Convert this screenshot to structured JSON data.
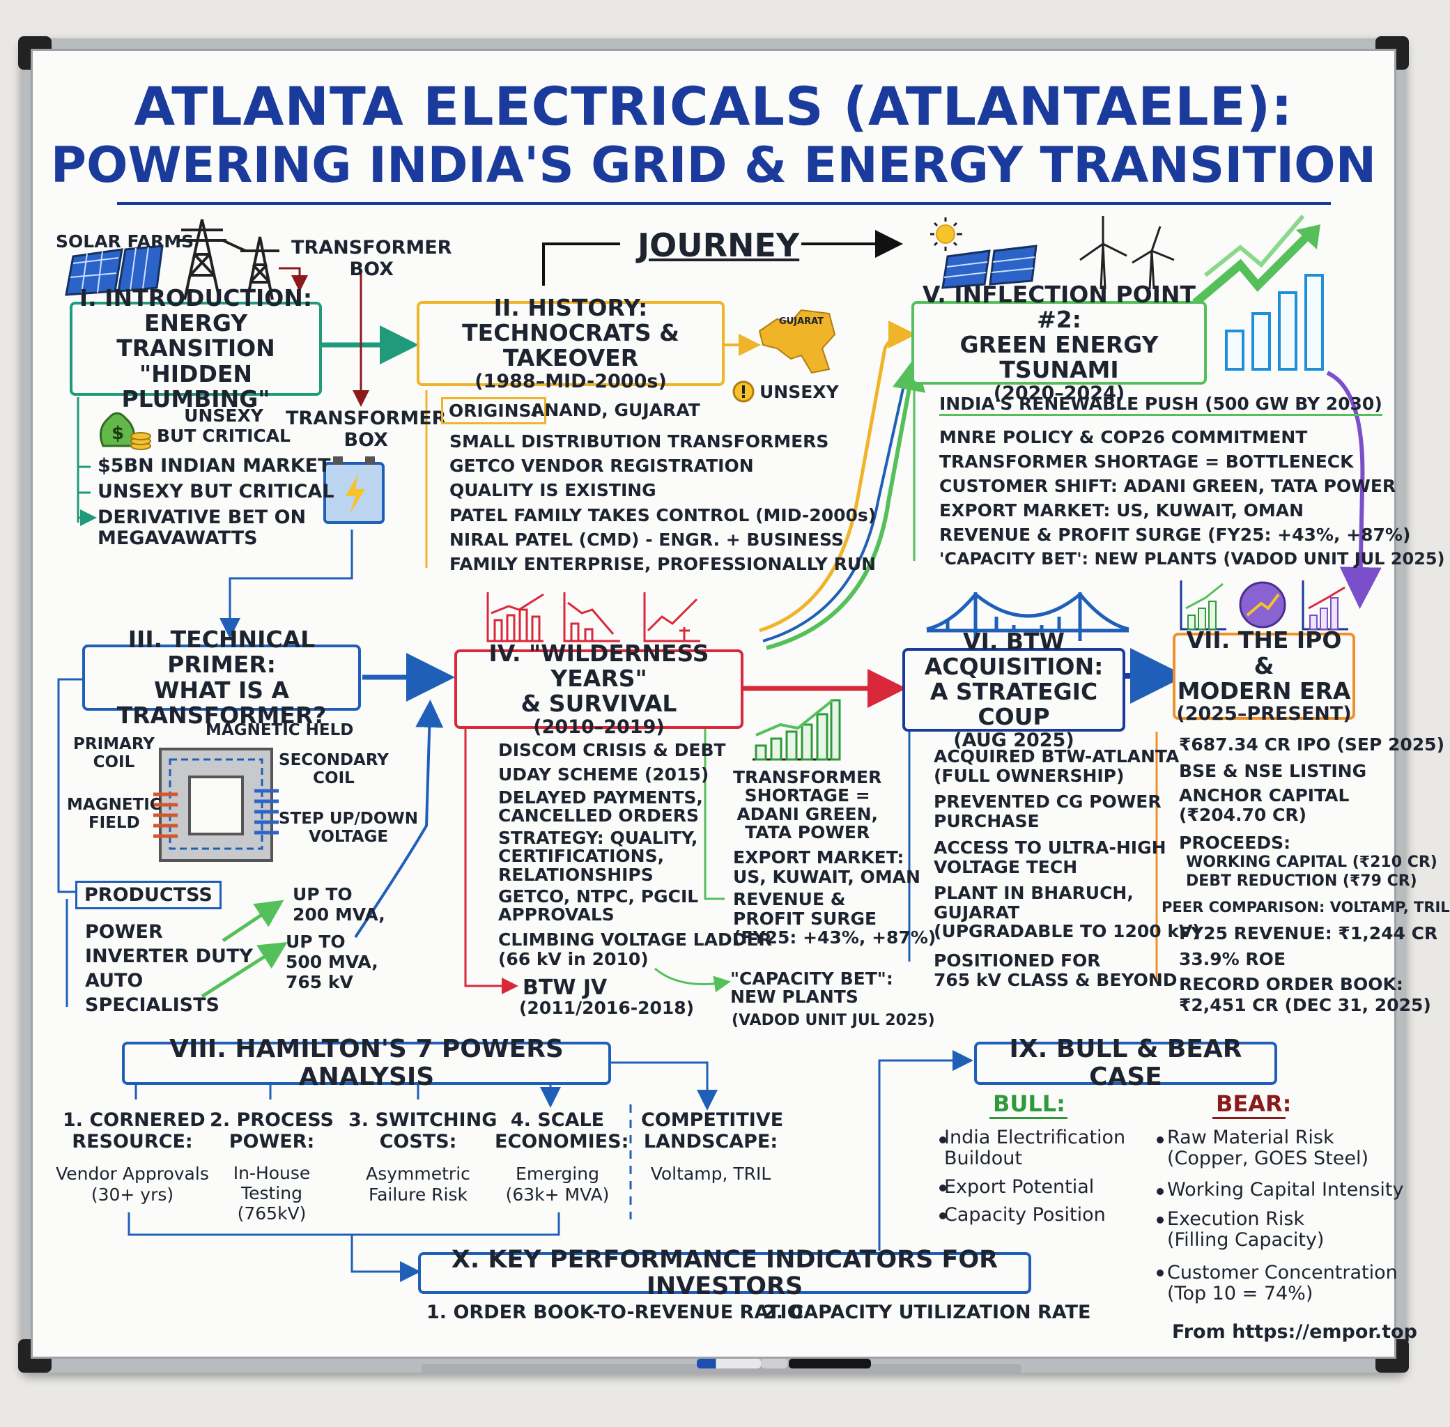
{
  "title": {
    "line1": "ATLANTA ELECTRICALS (ATLANTAELE):",
    "line2": "POWERING INDIA'S GRID & ENERGY TRANSITION"
  },
  "journey": "JOURNEY",
  "sketch_labels": {
    "solar_farms": "SOLAR FARMS",
    "transformer_box_top": "TRANSFORMER\nBOX",
    "transformer_box_side": "TRANSFORMER\nBOX",
    "gujarat": "GUJARAT",
    "unsexy_alert": "UNSEXY",
    "unsexy_money": "UNSEXY\nBUT CRITICAL"
  },
  "sections": {
    "intro": {
      "title": [
        "I. INTRODUCTION:",
        "ENERGY TRANSITION",
        "\"HIDDEN PLUMBING\""
      ],
      "items": [
        "$5BN INDIAN MARKET",
        "UNSEXY BUT CRITICAL",
        "DERIVATIVE BET ON",
        "MEGAVAWATTS"
      ]
    },
    "history": {
      "title": [
        "II. HISTORY:",
        "TECHNOCRATS & TAKEOVER",
        "(1988–MID-2000s)"
      ],
      "origins_label": "ORIGINS:",
      "origins_value": "ANAND, GUJARAT",
      "items": [
        "SMALL DISTRIBUTION TRANSFORMERS",
        "GETCO VENDOR REGISTRATION",
        "QUALITY IS EXISTING",
        "PATEL FAMILY TAKES CONTROL (MID-2000s)",
        "NIRAL PATEL (CMD) - ENGR. + BUSINESS",
        "FAMILY ENTERPRISE, PROFESSIONALLY RUN"
      ]
    },
    "inflection": {
      "title": [
        "V. INFLECTION POINT #2:",
        "GREEN ENERGY TSUNAMI",
        "(2020–2024)"
      ],
      "items": [
        "INDIA'S RENEWABLE PUSH (500 GW BY 2030)",
        "MNRE POLICY & COP26 COMMITMENT",
        "TRANSFORMER SHORTAGE = BOTTLENECK",
        "CUSTOMER SHIFT: ADANI GREEN, TATA POWER",
        "EXPORT MARKET: US, KUWAIT, OMAN",
        "REVENUE & PROFIT SURGE (FY25: +43%, +87%)",
        "'CAPACITY BET': NEW PLANTS (VADOD UNIT JUL 2025)"
      ]
    },
    "primer": {
      "title": [
        "III. TECHNICAL PRIMER:",
        "WHAT IS A TRANSFORMER?"
      ],
      "diagram_labels": [
        "PRIMARY\nCOIL",
        "MAGNETIC HELD",
        "SECONDARY\nCOIL",
        "MAGNETIC\nFIELD",
        "STEP UP/DOWN\nVOLTAGE"
      ],
      "products_label": "PRODUCTSS",
      "products": [
        "POWER",
        "INVERTER DUTY",
        "AUTO",
        "SPECIALISTS"
      ],
      "capacity_1": "UP TO\n200 MVA,",
      "capacity_2": "UP TO\n500 MVA,\n765 kV"
    },
    "wilderness": {
      "title": [
        "IV. \"WILDERNESS YEARS\"",
        "& SURVIVAL",
        "(2010–2019)"
      ],
      "items": [
        "DISCOM CRISIS & DEBT",
        "UDAY SCHEME (2015)",
        "DELAYED PAYMENTS,\nCANCELLED ORDERS",
        "STRATEGY: QUALITY,\nCERTIFICATIONS,\nRELATIONSHIPS",
        "GETCO, NTPC, PGCIL\nAPPROVALS",
        "CLIMBING VOLTAGE LADDER\n(66 kV in 2010)"
      ],
      "jv": "BTW JV",
      "jv_years": "(2011/2016-2018)",
      "side_items": [
        "TRANSFORMER\nSHORTAGE =\nADANI GREEN,\nTATA POWER",
        "EXPORT MARKET:\nUS, KUWAIT, OMAN",
        "REVENUE &\nPROFIT SURGE\n(FY25: +43%, +87%)"
      ],
      "capacity_bet": "\"CAPACITY BET\":\nNEW PLANTS",
      "capacity_bet_note": "(VADOD UNIT JUL 2025)"
    },
    "btw": {
      "title": [
        "VI. BTW ACQUISITION:",
        "A STRATEGIC COUP",
        "(AUG 2025)"
      ],
      "items": [
        "ACQUIRED BTW-ATLANTA\n(FULL OWNERSHIP)",
        "PREVENTED CG POWER\nPURCHASE",
        "ACCESS TO ULTRA-HIGH\nVOLTAGE TECH",
        "PLANT IN BHARUCH,\nGUJARAT\n(UPGRADABLE TO 1200 kV)",
        "POSITIONED FOR\n765 kV CLASS & BEYOND"
      ]
    },
    "ipo": {
      "title": [
        "VII. THE IPO &",
        "MODERN ERA",
        "(2025–PRESENT)"
      ],
      "items": [
        "₹687.34 CR IPO (SEP 2025)",
        "BSE & NSE LISTING",
        "ANCHOR CAPITAL\n(₹204.70 CR)",
        "PROCEEDS:"
      ],
      "proceeds": [
        "WORKING CAPITAL (₹210 CR)",
        "DEBT REDUCTION (₹79 CR)"
      ],
      "peer": "PEER COMPARISON: VOLTAMP, TRIL",
      "items2": [
        "FY25 REVENUE: ₹1,244 CR",
        "33.9% ROE",
        "RECORD ORDER BOOK:\n₹2,451 CR (DEC 31, 2025)"
      ]
    },
    "hamilton": {
      "title": "VIII. HAMILTON'S 7 POWERS ANALYSIS",
      "powers": [
        {
          "name": "1. CORNERED\nRESOURCE:",
          "detail": "Vendor Approvals\n(30+ yrs)"
        },
        {
          "name": "2. PROCESS\nPOWER:",
          "detail": "In-House\nTesting\n(765kV)"
        },
        {
          "name": "3. SWITCHING\nCOSTS:",
          "detail": "Asymmetric\nFailure Risk"
        },
        {
          "name": "4. SCALE\nECONOMIES:",
          "detail": "Emerging\n(63k+ MVA)"
        }
      ],
      "competitive": {
        "name": "COMPETITIVE\nLANDSCAPE:",
        "detail": "Voltamp, TRIL"
      }
    },
    "bullbear": {
      "title": "IX. BULL & BEAR CASE",
      "bull_label": "BULL:",
      "bull": [
        "India Electrification\nBuildout",
        "Export Potential",
        "Capacity Position"
      ],
      "bear_label": "BEAR:",
      "bear": [
        "Raw Material Risk\n(Copper, GOES Steel)",
        "Working Capital Intensity",
        "Execution Risk\n(Filling Capacity)",
        "Customer Concentration\n(Top 10 = 74%)"
      ]
    },
    "kpi": {
      "title": "X. KEY PERFORMANCE INDICATORS FOR INVESTORS",
      "items": [
        "1. ORDER BOOK-TO-REVENUE RATIO",
        "2. CAPACITY UTILIZATION RATE"
      ]
    }
  },
  "footer": "From https://empor.top",
  "colors": {
    "title_blue": "#1a3a9c",
    "teal": "#1f9a7a",
    "yellow": "#f0b429",
    "green": "#55c05a",
    "blue": "#1f5fb8",
    "red": "#d9283a",
    "orange": "#f0902a",
    "purple": "#7a4fc9",
    "maroon": "#8b1a1a"
  }
}
